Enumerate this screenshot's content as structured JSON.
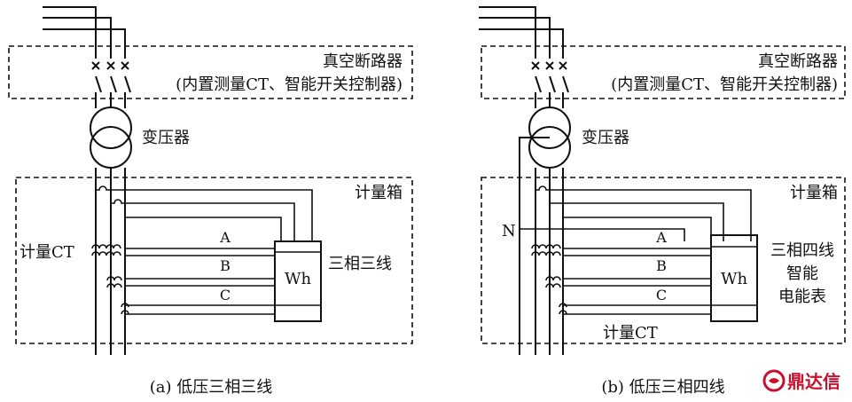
{
  "left": {
    "breaker_title": "真空断路器",
    "breaker_sub": "(内置测量CT、智能开关控制器)",
    "transformer": "变压器",
    "meter_box": "计量箱",
    "ct_label": "计量CT",
    "phase_a": "A",
    "phase_b": "B",
    "phase_c": "C",
    "meter": "Wh",
    "meter_type": "三相三线",
    "caption": "(a) 低压三相三线"
  },
  "right": {
    "breaker_title": "真空断路器",
    "breaker_sub": "(内置测量CT、智能开关控制器)",
    "transformer": "变压器",
    "meter_box": "计量箱",
    "neutral": "N",
    "phase_a": "A",
    "phase_b": "B",
    "phase_c": "C",
    "meter": "Wh",
    "meter_type_line1": "三相四线",
    "meter_type_line2": "智能",
    "meter_type_line3": "电能表",
    "ct_label": "计量CT",
    "caption": "(b) 低压三相四线"
  },
  "watermark": "鼎达信",
  "colors": {
    "line": "#111111",
    "logo": "#c8102e"
  }
}
